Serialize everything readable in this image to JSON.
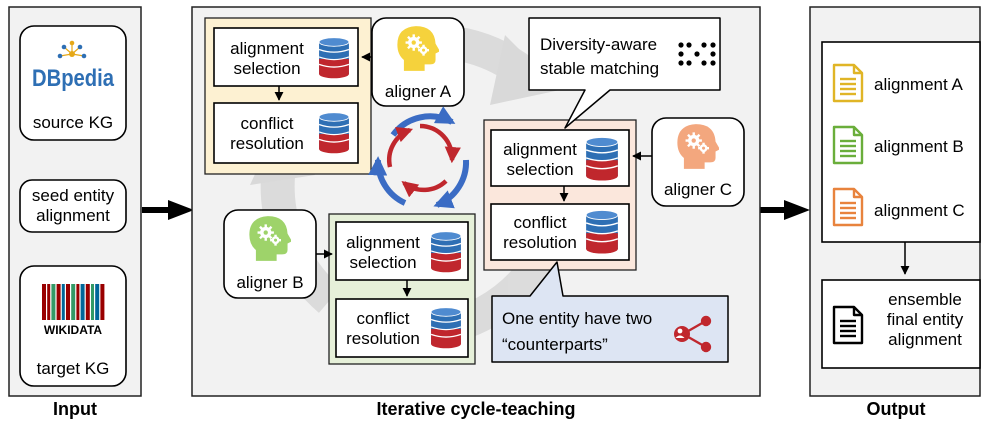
{
  "input": {
    "title": "Input",
    "source_logo": "DBpedia",
    "source_label": "source KG",
    "seed_label_line1": "seed entity",
    "seed_label_line2": "alignment",
    "target_logo": "WIKIDATA",
    "target_label": "target KG"
  },
  "center": {
    "title": "Iterative cycle-teaching",
    "aligner_a": "aligner A",
    "aligner_b": "aligner B",
    "aligner_c": "aligner C",
    "selection_line1": "alignment",
    "selection_line2": "selection",
    "resolution_line1": "conflict",
    "resolution_line2": "resolution",
    "callout_top_line1": "Diversity-aware",
    "callout_top_line2": "stable matching",
    "callout_bottom_line1": "One entity have two",
    "callout_bottom_line2": "“counterparts”"
  },
  "output": {
    "title": "Output",
    "alignment_a": "alignment  A",
    "alignment_b": "alignment  B",
    "alignment_c": "alignment  C",
    "ensemble_line1": "ensemble",
    "ensemble_line2": "final entity",
    "ensemble_line3": "alignment"
  },
  "colors": {
    "aligner_a": "#f5d23c",
    "aligner_b": "#9ed36a",
    "aligner_c": "#f3a77e",
    "group_a_bg": "#fdf1d2",
    "group_b_bg": "#e6f0d9",
    "group_c_bg": "#fbe7dc",
    "callout_bottom_bg": "#dde5f3",
    "db_blue": "#2e6fb4",
    "db_red": "#c0272d",
    "cycle_blue": "#3b6cc4",
    "cycle_red": "#c0272d",
    "doc_a": "#e0b526",
    "doc_b": "#6aae3b",
    "doc_c": "#e8833d",
    "doc_final": "#000000"
  }
}
